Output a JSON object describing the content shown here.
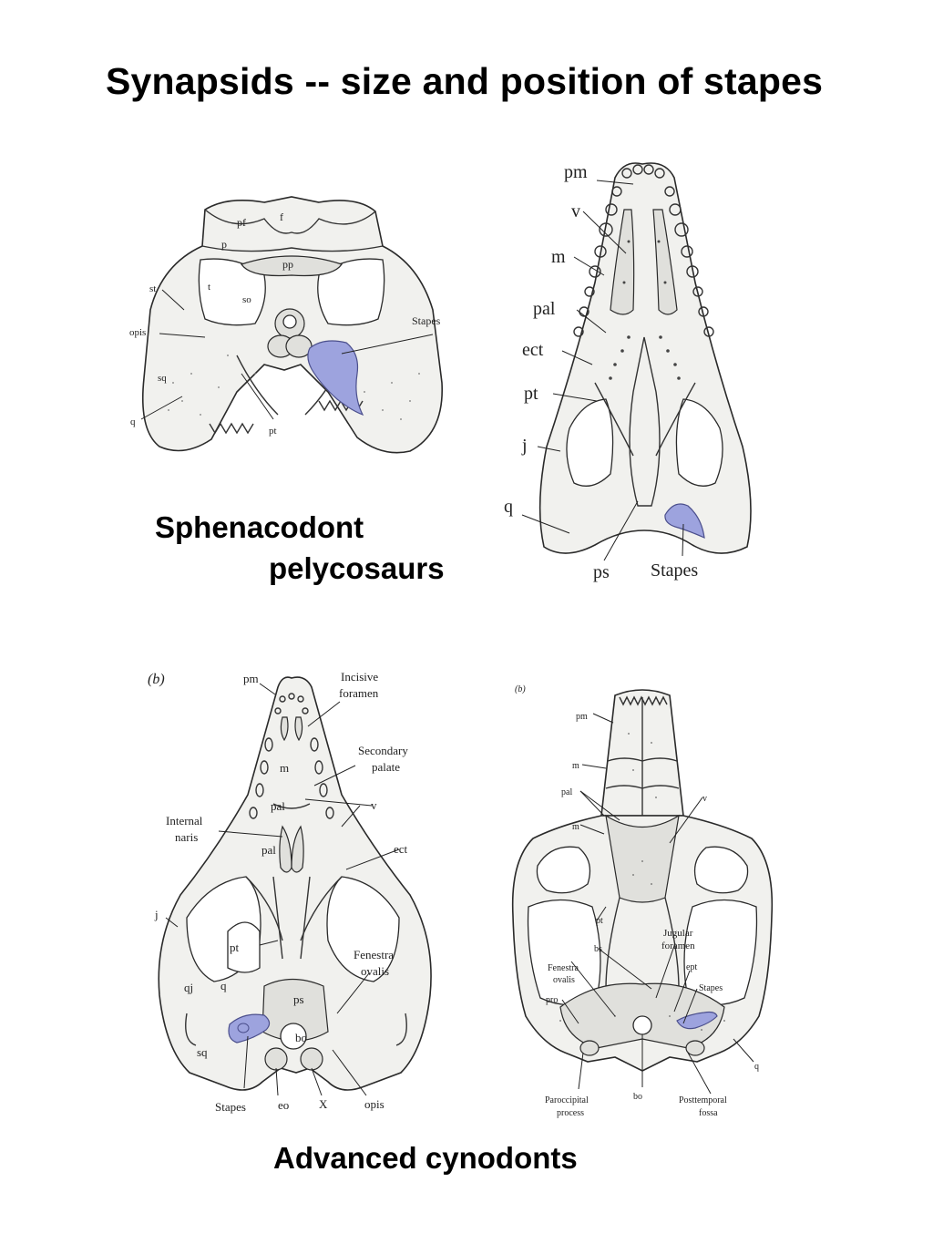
{
  "title": "Synapsids -- size and position of stapes",
  "colors": {
    "stapes_fill": "#9da3de",
    "bone": "#f1f1ee",
    "ink": "#222222"
  },
  "captions": {
    "top_line1": "Sphenacodont",
    "top_line2": "pelycosaurs",
    "bottom": "Advanced cynodonts"
  },
  "figures": {
    "pelycosaur_occipital": {
      "labels": {
        "pf": "pf",
        "f": "f",
        "p": "p",
        "pp": "pp",
        "st": "st",
        "t": "t",
        "so": "so",
        "opis": "opis",
        "sq": "sq",
        "q": "q",
        "pt": "pt",
        "stapes": "Stapes"
      }
    },
    "pelycosaur_palatal": {
      "labels": {
        "pm": "pm",
        "v": "v",
        "m": "m",
        "pal": "pal",
        "ect": "ect",
        "pt": "pt",
        "j": "j",
        "q": "q",
        "ps": "ps",
        "stapes": "Stapes"
      }
    },
    "cynodont_palatal_left": {
      "panel": "(b)",
      "labels": {
        "pm": "pm",
        "incisive1": "Incisive",
        "incisive2": "foramen",
        "secondary1": "Secondary",
        "secondary2": "palate",
        "m": "m",
        "pal1": "pal",
        "v": "v",
        "internal1": "Internal",
        "internal2": "naris",
        "pal2": "pal",
        "ect": "ect",
        "j": "j",
        "pt": "pt",
        "fenestra1": "Fenestra",
        "fenestra2": "ovalis",
        "qj": "qj",
        "q": "q",
        "ps": "ps",
        "bo": "bo",
        "sq": "sq",
        "stapes": "Stapes",
        "eo": "eo",
        "x": "X",
        "opis": "opis"
      }
    },
    "cynodont_palatal_right": {
      "panel": "(b)",
      "labels": {
        "pm": "pm",
        "m1": "m",
        "pal": "pal",
        "m2": "m",
        "v": "v",
        "pt": "pt",
        "bs": "bs",
        "jugular1": "Jugular",
        "jugular2": "foramen",
        "ept": "ept",
        "fenestra1": "Fenestra",
        "fenestra2": "ovalis",
        "stapes": "Stapes",
        "pro": "pro",
        "q": "q",
        "paroccipital1": "Paroccipital",
        "paroccipital2": "process",
        "bo": "bo",
        "posttemporal1": "Posttemporal",
        "posttemporal2": "fossa"
      }
    }
  }
}
